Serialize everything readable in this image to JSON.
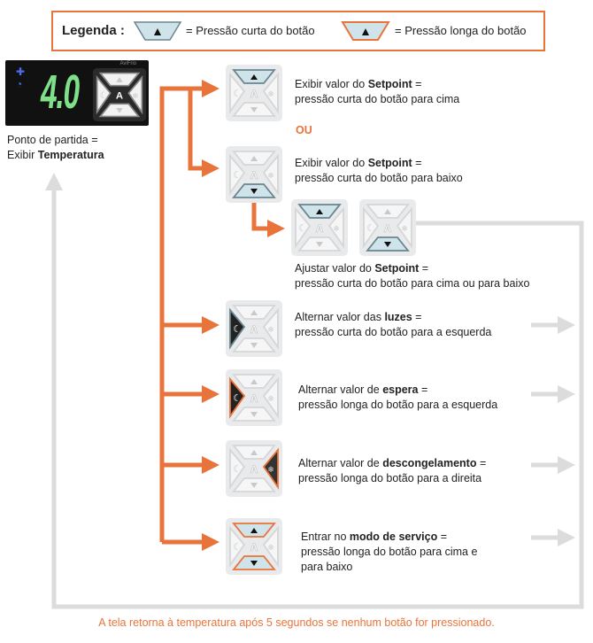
{
  "legend": {
    "title": "Legenda :",
    "short_label": "= Pressão curta do botão",
    "long_label": "= Pressão longa do botão"
  },
  "display": {
    "brand": "AviFrio",
    "value": "4.0"
  },
  "start": {
    "line1": "Ponto de partida =",
    "line2_prefix": "Exibir ",
    "line2_bold": "Temperatura"
  },
  "steps": [
    {
      "l1a": "Exibir valor do ",
      "l1b": "Setpoint",
      "l1c": " =",
      "l2": "pressão curta do botão para cima",
      "keypad": "up-short"
    },
    {
      "l1a": "Exibir valor do ",
      "l1b": "Setpoint",
      "l1c": " =",
      "l2": "pressão curta do botão para baixo",
      "keypad": "down-short"
    },
    {
      "l1a": "Ajustar valor do ",
      "l1b": "Setpoint",
      "l1c": " =",
      "l2": "pressão curta do botão para cima ou para baixo",
      "keypad": "up-short"
    },
    {
      "l1a": "Alternar valor das ",
      "l1b": "luzes",
      "l1c": " =",
      "l2": "pressão curta do botão para a esquerda",
      "keypad": "left-short"
    },
    {
      "l1a": "Alternar valor de ",
      "l1b": "espera",
      "l1c": " =",
      "l2": "pressão longa do botão para a esquerda",
      "keypad": "left-long"
    },
    {
      "l1a": "Alternar valor de ",
      "l1b": "descongelamento",
      "l1c": " =",
      "l2": "pressão longa do botão para a direita",
      "keypad": "right-long"
    },
    {
      "l1a": "Entrar no ",
      "l1b": "modo de serviço",
      "l1c": " =",
      "l2": "pressão longa do botão para cima e",
      "l3": "para baixo",
      "keypad": "updown-long"
    }
  ],
  "or_label": "OU",
  "footer": "A tela retorna à temperatura após 5 segundos se nenhum botão for pressionado.",
  "colors": {
    "accent": "#e8743b",
    "flow_gray": "#dcdcdc",
    "digit_green": "#7fe08a",
    "pressed_key": "#cfe3ea"
  }
}
